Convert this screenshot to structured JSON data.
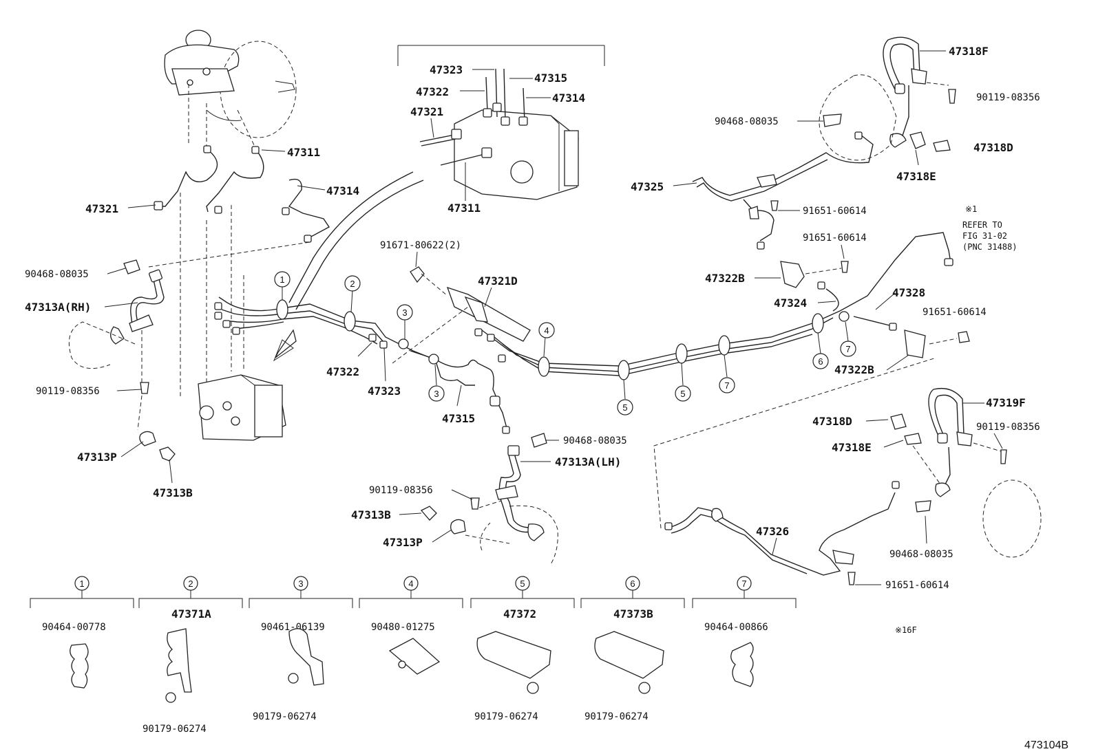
{
  "labels": {
    "p47311_a": "47311",
    "p47314_a": "47314",
    "p47321_a": "47321",
    "p90468_a": "90468-08035",
    "p47313a_rh": "47313A(RH)",
    "p90119_a": "90119-08356",
    "p47313p_a": "47313P",
    "p47313b_a": "47313B",
    "p47323_b": "47323",
    "p47322_b": "47322",
    "p47321_b": "47321",
    "p47315_b": "47315",
    "p47314_b": "47314",
    "p47311_b": "47311",
    "p91671": "91671-80622(2)",
    "p47321d": "47321D",
    "p47322_c": "47322",
    "p47323_c": "47323",
    "p47315_c": "47315",
    "p90468_b": "90468-08035",
    "p47313a_lh": "47313A(LH)",
    "p90119_b": "90119-08356",
    "p47313b_b": "47313B",
    "p47313p_b": "47313P",
    "p47318f": "47318F",
    "p90119_c": "90119-08356",
    "p90468_c": "90468-08035",
    "p47318d_a": "47318D",
    "p47318e_a": "47318E",
    "p47325": "47325",
    "p91651_a": "91651-60614",
    "note_x1": "※1",
    "note_refer1": "REFER TO",
    "note_refer2": "FIG 31-02",
    "note_refer3": "(PNC 31488)",
    "p91651_b": "91651-60614",
    "p47322b_a": "47322B",
    "p47324": "47324",
    "p47328": "47328",
    "p91651_c": "91651-60614",
    "p47322b_b": "47322B",
    "p47319f": "47319F",
    "p47318d_b": "47318D",
    "p90119_d": "90119-08356",
    "p47318e_b": "47318E",
    "p47326": "47326",
    "p90468_d": "90468-08035",
    "p91651_d": "91651-60614",
    "note_16f": "※16F",
    "diagram_id": "473104B"
  },
  "callouts": [
    "1",
    "2",
    "3",
    "4",
    "5",
    "6",
    "7"
  ],
  "clamp_groups": [
    {
      "ref": "1",
      "top": "",
      "part": "90464-00778",
      "bottom": ""
    },
    {
      "ref": "2",
      "top": "47371A",
      "part": "",
      "bottom": "90179-06274"
    },
    {
      "ref": "3",
      "top": "",
      "part": "90461-06139",
      "bottom": "90179-06274"
    },
    {
      "ref": "4",
      "top": "",
      "part": "90480-01275",
      "bottom": ""
    },
    {
      "ref": "5",
      "top": "47372",
      "part": "",
      "bottom": "90179-06274"
    },
    {
      "ref": "6",
      "top": "47373B",
      "part": "",
      "bottom": "90179-06274"
    },
    {
      "ref": "7",
      "top": "",
      "part": "90464-00866",
      "bottom": ""
    }
  ]
}
